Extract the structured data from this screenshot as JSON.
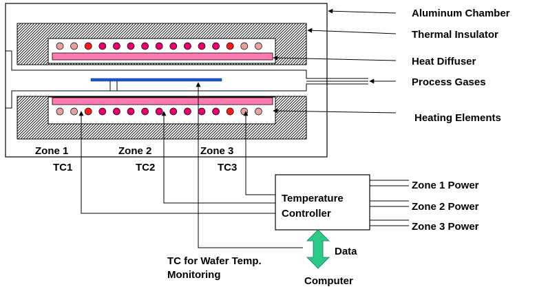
{
  "labels": {
    "aluminum_chamber": "Aluminum Chamber",
    "thermal_insulator": "Thermal Insulator",
    "heat_diffuser": "Heat Diffuser",
    "process_gases": "Process Gases",
    "heating_elements": "Heating Elements",
    "zone1": "Zone 1",
    "zone2": "Zone 2",
    "zone3": "Zone 3",
    "tc1": "TC1",
    "tc2": "TC2",
    "tc3": "TC3",
    "controller_line1": "Temperature",
    "controller_line2": "Controller",
    "zone1_power": "Zone 1 Power",
    "zone2_power": "Zone 2 Power",
    "zone3_power": "Zone 3 Power",
    "data": "Data",
    "computer": "Computer",
    "tc_wafer_line1": "TC for Wafer Temp.",
    "tc_wafer_line2": "Monitoring"
  },
  "colors": {
    "element_red": "#ff1a1a",
    "element_magenta": "#e6006e",
    "element_pale": "#e6a0a0",
    "diffuser": "#ff7ab0",
    "wafer": "#1e56c8",
    "data_arrow": "#2cc98a"
  },
  "elements": {
    "top_row": [
      "pale",
      "pale",
      "red",
      "magenta",
      "magenta",
      "magenta",
      "magenta",
      "magenta",
      "magenta",
      "magenta",
      "magenta",
      "magenta",
      "red",
      "pale",
      "pale"
    ],
    "bottom_row": [
      "pale",
      "pale",
      "red",
      "magenta",
      "magenta",
      "magenta",
      "magenta",
      "magenta",
      "magenta",
      "magenta",
      "magenta",
      "magenta",
      "red",
      "pale",
      "pale"
    ]
  }
}
